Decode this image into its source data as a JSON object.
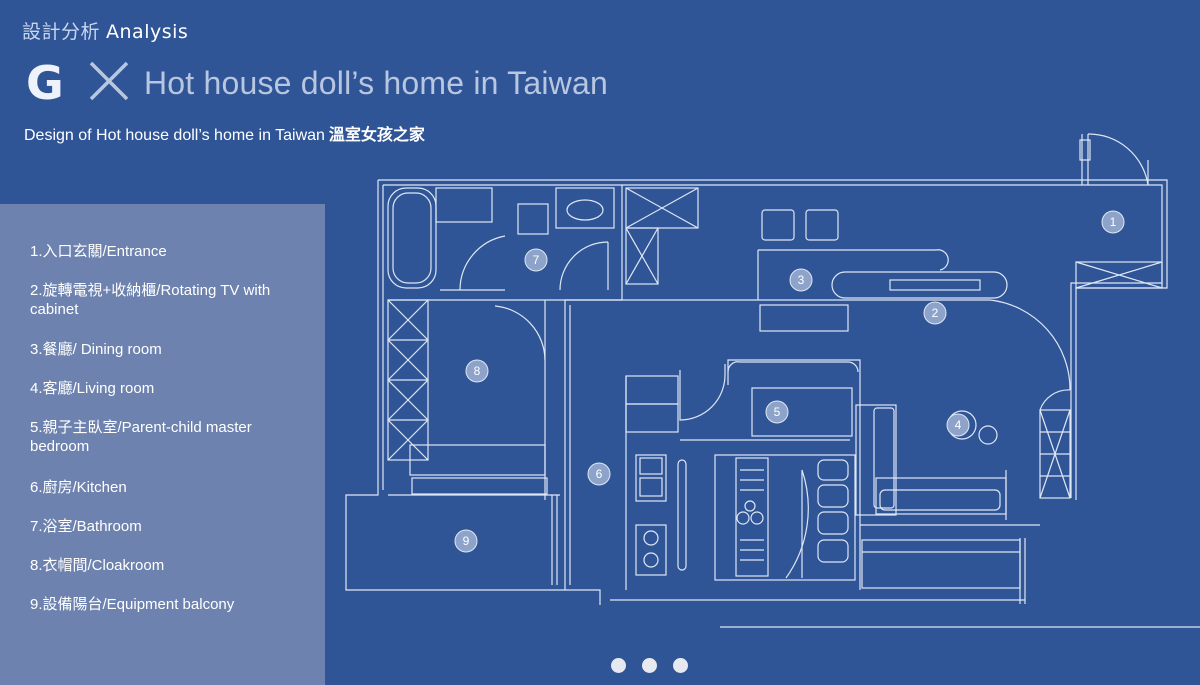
{
  "header": {
    "section_zh": "設計分析",
    "section_en": "Analysis",
    "brand_letter": "G",
    "title": "Hot house doll’s home in Taiwan",
    "subtitle_en": "Design of Hot house doll’s home in Taiwan",
    "subtitle_zh": "溫室女孩之家"
  },
  "legend": {
    "items": [
      "1.入口玄關/Entrance",
      "2.旋轉電視+收納櫃/Rotating TV with cabinet",
      "3.餐廳/ Dining room",
      "4.客廳/Living room",
      "5.親子主臥室/Parent-child master bedroom",
      "6.廚房/Kitchen",
      "7.浴室/Bathroom",
      "8.衣帽間/Cloakroom",
      "9.設備陽台/Equipment balcony"
    ]
  },
  "plan": {
    "markers": [
      "1",
      "2",
      "3",
      "4",
      "5",
      "6",
      "7",
      "8",
      "9"
    ]
  },
  "pagination": {
    "count": 3
  },
  "colors": {
    "background": "#2f5597",
    "panel": "#6d82ae",
    "line": "#dfe7f5",
    "marker": "#8ea3c9"
  }
}
